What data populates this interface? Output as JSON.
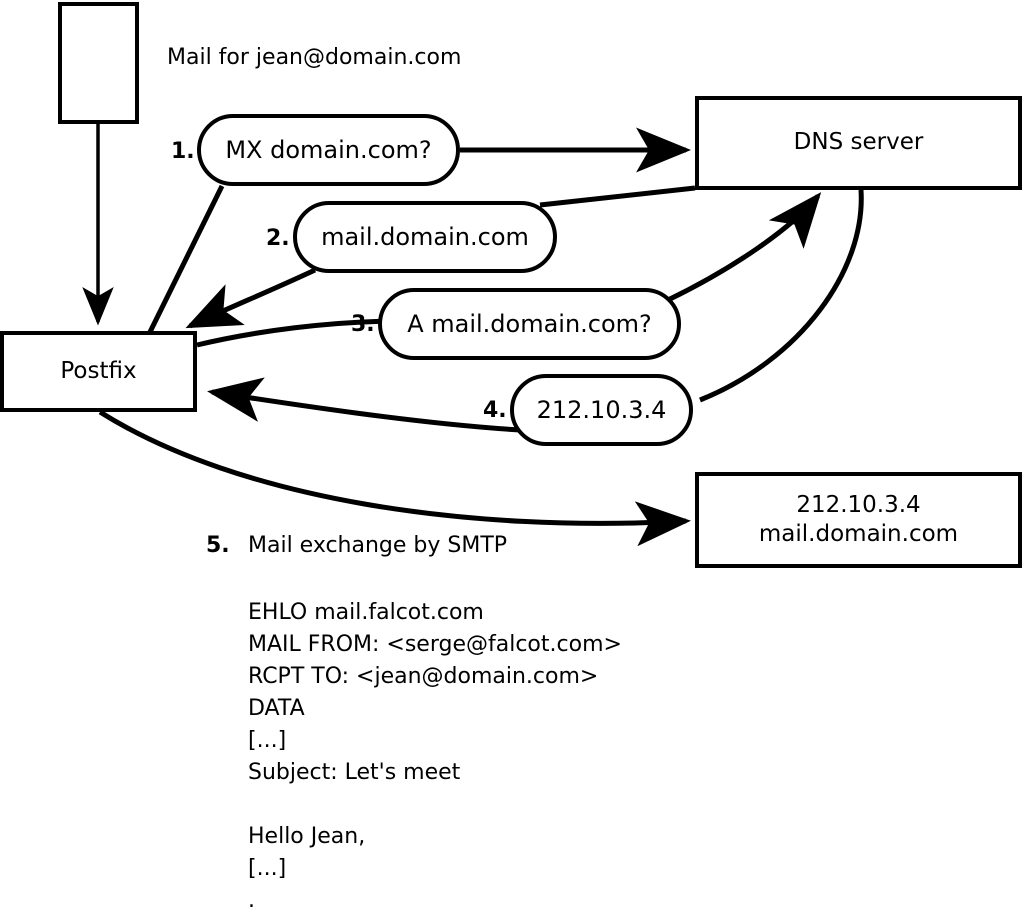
{
  "diagram": {
    "title_note": "Mail for jean@domain.com",
    "nodes": [
      {
        "id": "sender",
        "label": ""
      },
      {
        "id": "postfix",
        "label": "Postfix"
      },
      {
        "id": "dns",
        "label": "DNS server"
      },
      {
        "id": "target",
        "line1": "212.10.3.4",
        "line2": "mail.domain.com"
      }
    ],
    "steps": [
      {
        "num": "1.",
        "label": "MX domain.com?"
      },
      {
        "num": "2.",
        "label": "mail.domain.com"
      },
      {
        "num": "3.",
        "label": "A mail.domain.com?"
      },
      {
        "num": "4.",
        "label": "212.10.3.4"
      },
      {
        "num": "5.",
        "label": "Mail exchange by SMTP"
      }
    ],
    "transcript": [
      "EHLO mail.falcot.com",
      "MAIL FROM: <serge@falcot.com>",
      "RCPT TO: <jean@domain.com>",
      "DATA",
      "[...]",
      "Subject: Let's meet",
      "",
      "Hello Jean,",
      "[...]",
      "."
    ],
    "colors": {
      "stroke": "#000000",
      "background": "#ffffff"
    }
  }
}
